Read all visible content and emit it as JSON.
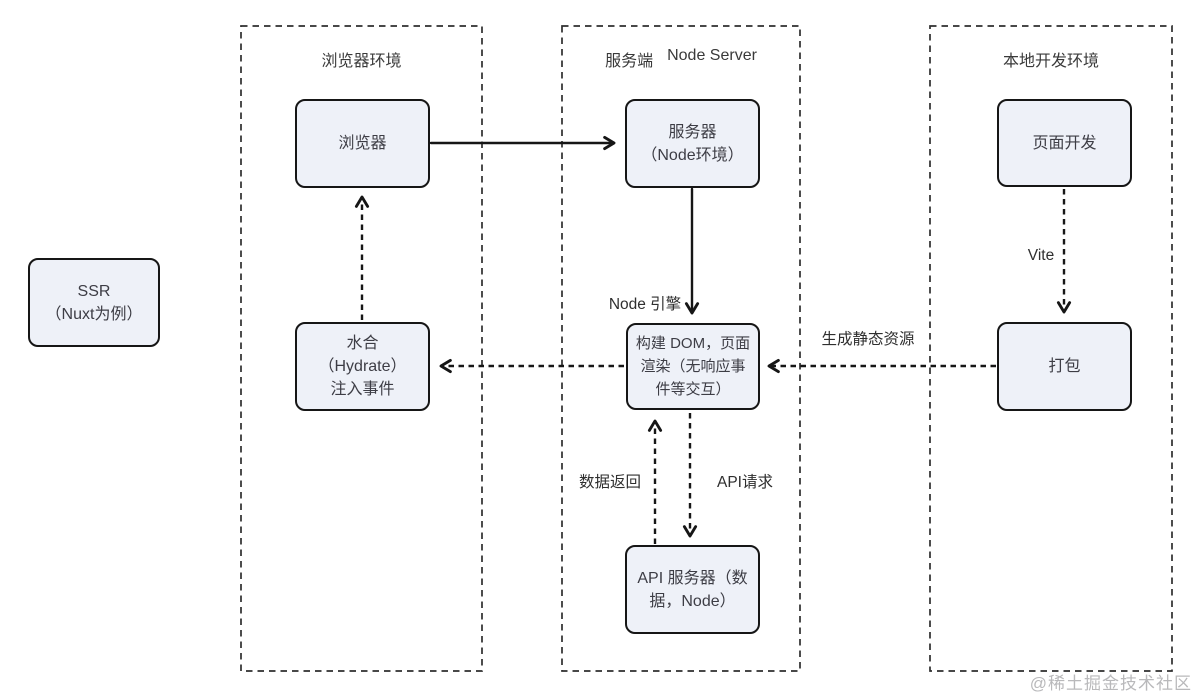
{
  "containers": [
    {
      "title": "浏览器环境"
    },
    {
      "title_parts": [
        "服务端",
        "Node Server"
      ]
    },
    {
      "title": "本地开发环境"
    }
  ],
  "nodes": {
    "ssr": {
      "lines": [
        "SSR",
        "（Nuxt为例）"
      ]
    },
    "browser": {
      "lines": [
        "浏览器"
      ]
    },
    "server": {
      "lines": [
        "服务器",
        "（Node环境）"
      ]
    },
    "hydrate": {
      "lines": [
        "水合",
        "（Hydrate）",
        "注入事件"
      ]
    },
    "dom": {
      "lines": [
        "构建 DOM，页面",
        "渲染（无响应事",
        "件等交互）"
      ]
    },
    "api": {
      "lines": [
        "API 服务器（数",
        "据，Node）"
      ]
    },
    "page_dev": {
      "lines": [
        "页面开发"
      ]
    },
    "pack": {
      "lines": [
        "打包"
      ]
    }
  },
  "edge_labels": {
    "node_engine": "Node 引擎",
    "static_assets": "生成静态资源",
    "data_return": "数据返回",
    "api_request": "API请求",
    "vite": "Vite"
  },
  "watermark": "@稀土掘金技术社区",
  "colors": {
    "node_fill": "#eef1f8",
    "node_border": "#161616",
    "arrow_line": "#161616",
    "container_border": "#2e2e2e",
    "text": "#3d3d45",
    "watermark": "#b9b9bb"
  }
}
